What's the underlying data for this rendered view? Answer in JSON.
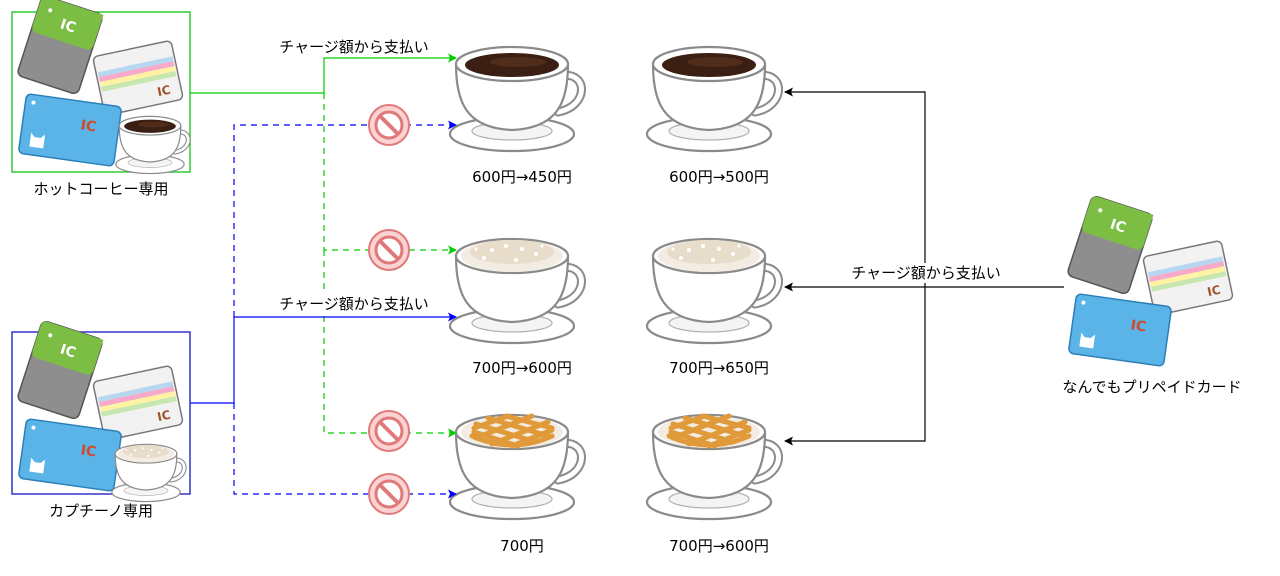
{
  "cards": {
    "hot": {
      "label": "ホットコーヒー専用",
      "border_color": "#33cc33"
    },
    "cap": {
      "label": "カプチーノ専用",
      "border_color": "#3333cc"
    },
    "any": {
      "label": "なんでもプリペイドカード"
    },
    "ic_text": "IC"
  },
  "edges": {
    "hot_charge": "チャージ額から支払い",
    "cap_charge": "チャージ額から支払い",
    "any_charge": "チャージ額から支払い"
  },
  "prices": {
    "left": [
      "600円→450円",
      "700円→600円",
      "700円"
    ],
    "right": [
      "600円→500円",
      "700円→650円",
      "700円→600円"
    ]
  },
  "colors": {
    "hot_line": "#00cc00",
    "cap_line": "#0000ff",
    "any_line": "#000000",
    "forbidden": "#f08080"
  }
}
